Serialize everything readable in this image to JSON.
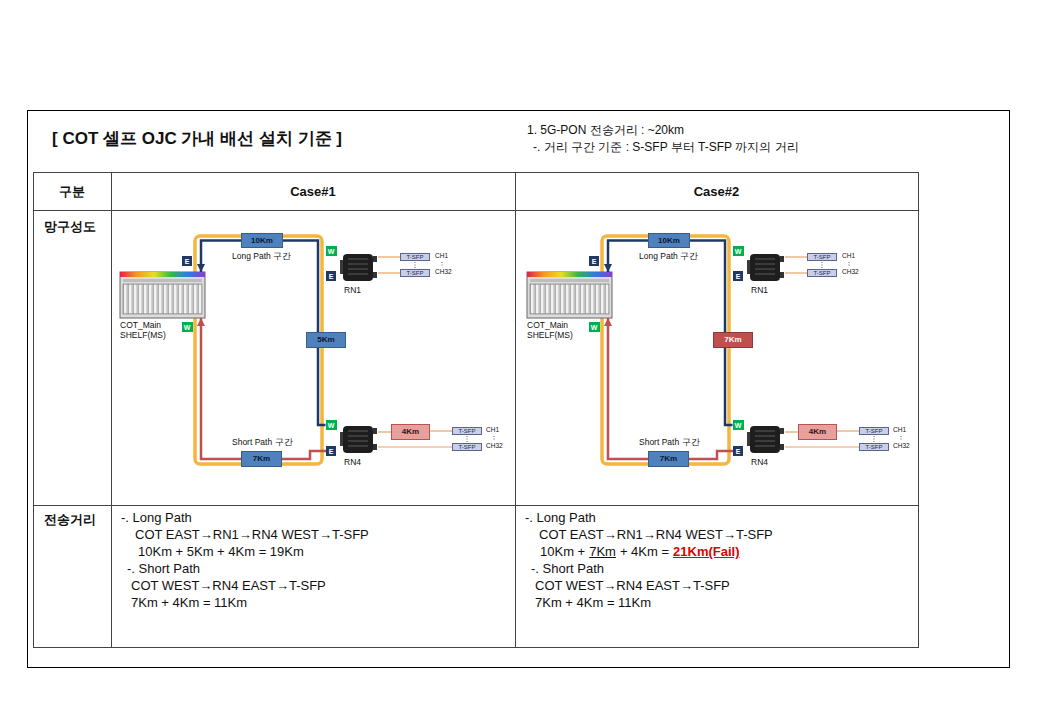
{
  "diagram": {
    "title": "[ COT 셀프 OJC 가내 배선 설치 기준 ]",
    "nodes": [
      {
        "text": [
          "COT_Main SHELF(MS)"
        ]
      },
      {
        "text": [
          "E"
        ]
      },
      {
        "text": [
          "W"
        ]
      },
      {
        "text": [
          "10Km"
        ]
      },
      {
        "text": [
          "W"
        ]
      },
      {
        "text": [
          "E"
        ]
      },
      {
        "text": [
          "RN1"
        ]
      },
      {
        "text": [
          "T-SFP"
        ]
      },
      {
        "text": [
          "T-SFP"
        ]
      },
      {
        "text": [
          "5Km"
        ]
      },
      {
        "text": [
          "W"
        ]
      },
      {
        "text": [
          "E"
        ]
      },
      {
        "text": [
          "RN4"
        ]
      },
      {
        "text": [
          "4Km"
        ]
      },
      {
        "text": [
          "T-SFP"
        ]
      },
      {
        "text": [
          "T-SFP"
        ]
      },
      {
        "text": [
          "7Km"
        ]
      },
      {
        "text": [
          "COT_Main SHELF(MS)"
        ]
      },
      {
        "text": [
          "E"
        ]
      },
      {
        "text": [
          "W"
        ]
      },
      {
        "text": [
          "10Km"
        ]
      },
      {
        "text": [
          "W"
        ]
      },
      {
        "text": [
          "E"
        ]
      },
      {
        "text": [
          "RN1"
        ]
      },
      {
        "text": [
          "T-SFP"
        ]
      },
      {
        "text": [
          "T-SFP"
        ]
      },
      {
        "text": [
          "7Km"
        ]
      },
      {
        "text": [
          "W"
        ]
      },
      {
        "text": [
          "E"
        ]
      },
      {
        "text": [
          "RN4"
        ]
      },
      {
        "text": [
          "4Km"
        ]
      },
      {
        "text": [
          "T-SFP"
        ]
      },
      {
        "text": [
          "T-SFP"
        ]
      },
      {
        "text": [
          "7Km"
        ]
      }
    ],
    "edges": [
      {
        "from": 10,
        "to": 9,
        "arrow": "none"
      },
      {
        "from": 9,
        "to": 3,
        "arrow": "none"
      },
      {
        "from": 3,
        "to": 0,
        "arrow": "to"
      },
      {
        "from": 11,
        "to": 16,
        "arrow": "none"
      },
      {
        "from": 16,
        "to": 0,
        "arrow": "to"
      },
      {
        "from": 6,
        "to": 7,
        "arrow": "none"
      },
      {
        "from": 6,
        "to": 8,
        "arrow": "none"
      },
      {
        "from": 12,
        "to": 13,
        "arrow": "none"
      },
      {
        "from": 13,
        "to": 14,
        "arrow": "none"
      },
      {
        "from": 12,
        "to": 15,
        "arrow": "none"
      },
      {
        "from": 27,
        "to": 26,
        "arrow": "none"
      },
      {
        "from": 26,
        "to": 20,
        "arrow": "none"
      },
      {
        "from": 20,
        "to": 17,
        "arrow": "to"
      },
      {
        "from": 28,
        "to": 33,
        "arrow": "none"
      },
      {
        "from": 33,
        "to": 17,
        "arrow": "to"
      },
      {
        "from": 23,
        "to": 24,
        "arrow": "none"
      },
      {
        "from": 23,
        "to": 25,
        "arrow": "none"
      },
      {
        "from": 29,
        "to": 30,
        "arrow": "none"
      },
      {
        "from": 30,
        "to": 31,
        "arrow": "none"
      },
      {
        "from": 29,
        "to": 32,
        "arrow": "none"
      }
    ],
    "labels": [
      "1. 5G-PON 전송거리 : ~20km",
      "-. 거리 구간 기준 : S-SFP 부터 T-SFP 까지의 거리",
      "구분",
      "Case#1",
      "Case#2",
      "망구성도",
      "Long Path 구간",
      "Short Path 구간",
      "CH1",
      "CH32",
      "CH1",
      "CH32",
      "Long Path 구간",
      "Short Path 구간",
      "CH1",
      "CH32",
      "CH1",
      "CH32",
      "전송거리",
      "-. Long Path",
      "COT EAST→RN1→RN4 WEST→T-SFP",
      "10Km + 5Km + 4Km = 19Km",
      "-. Short Path",
      "COT WEST→RN4 EAST→T-SFP",
      "7Km + 4Km = 11Km",
      "-. Long Path",
      "COT EAST→RN1→RN4 WEST→T-SFP",
      "10Km +",
      "7Km",
      "+ 4Km =",
      "21Km(Fail)",
      "-. Short Path",
      "COT WEST→RN4 EAST→T-SFP",
      "7Km + 4Km = 11Km"
    ]
  }
}
